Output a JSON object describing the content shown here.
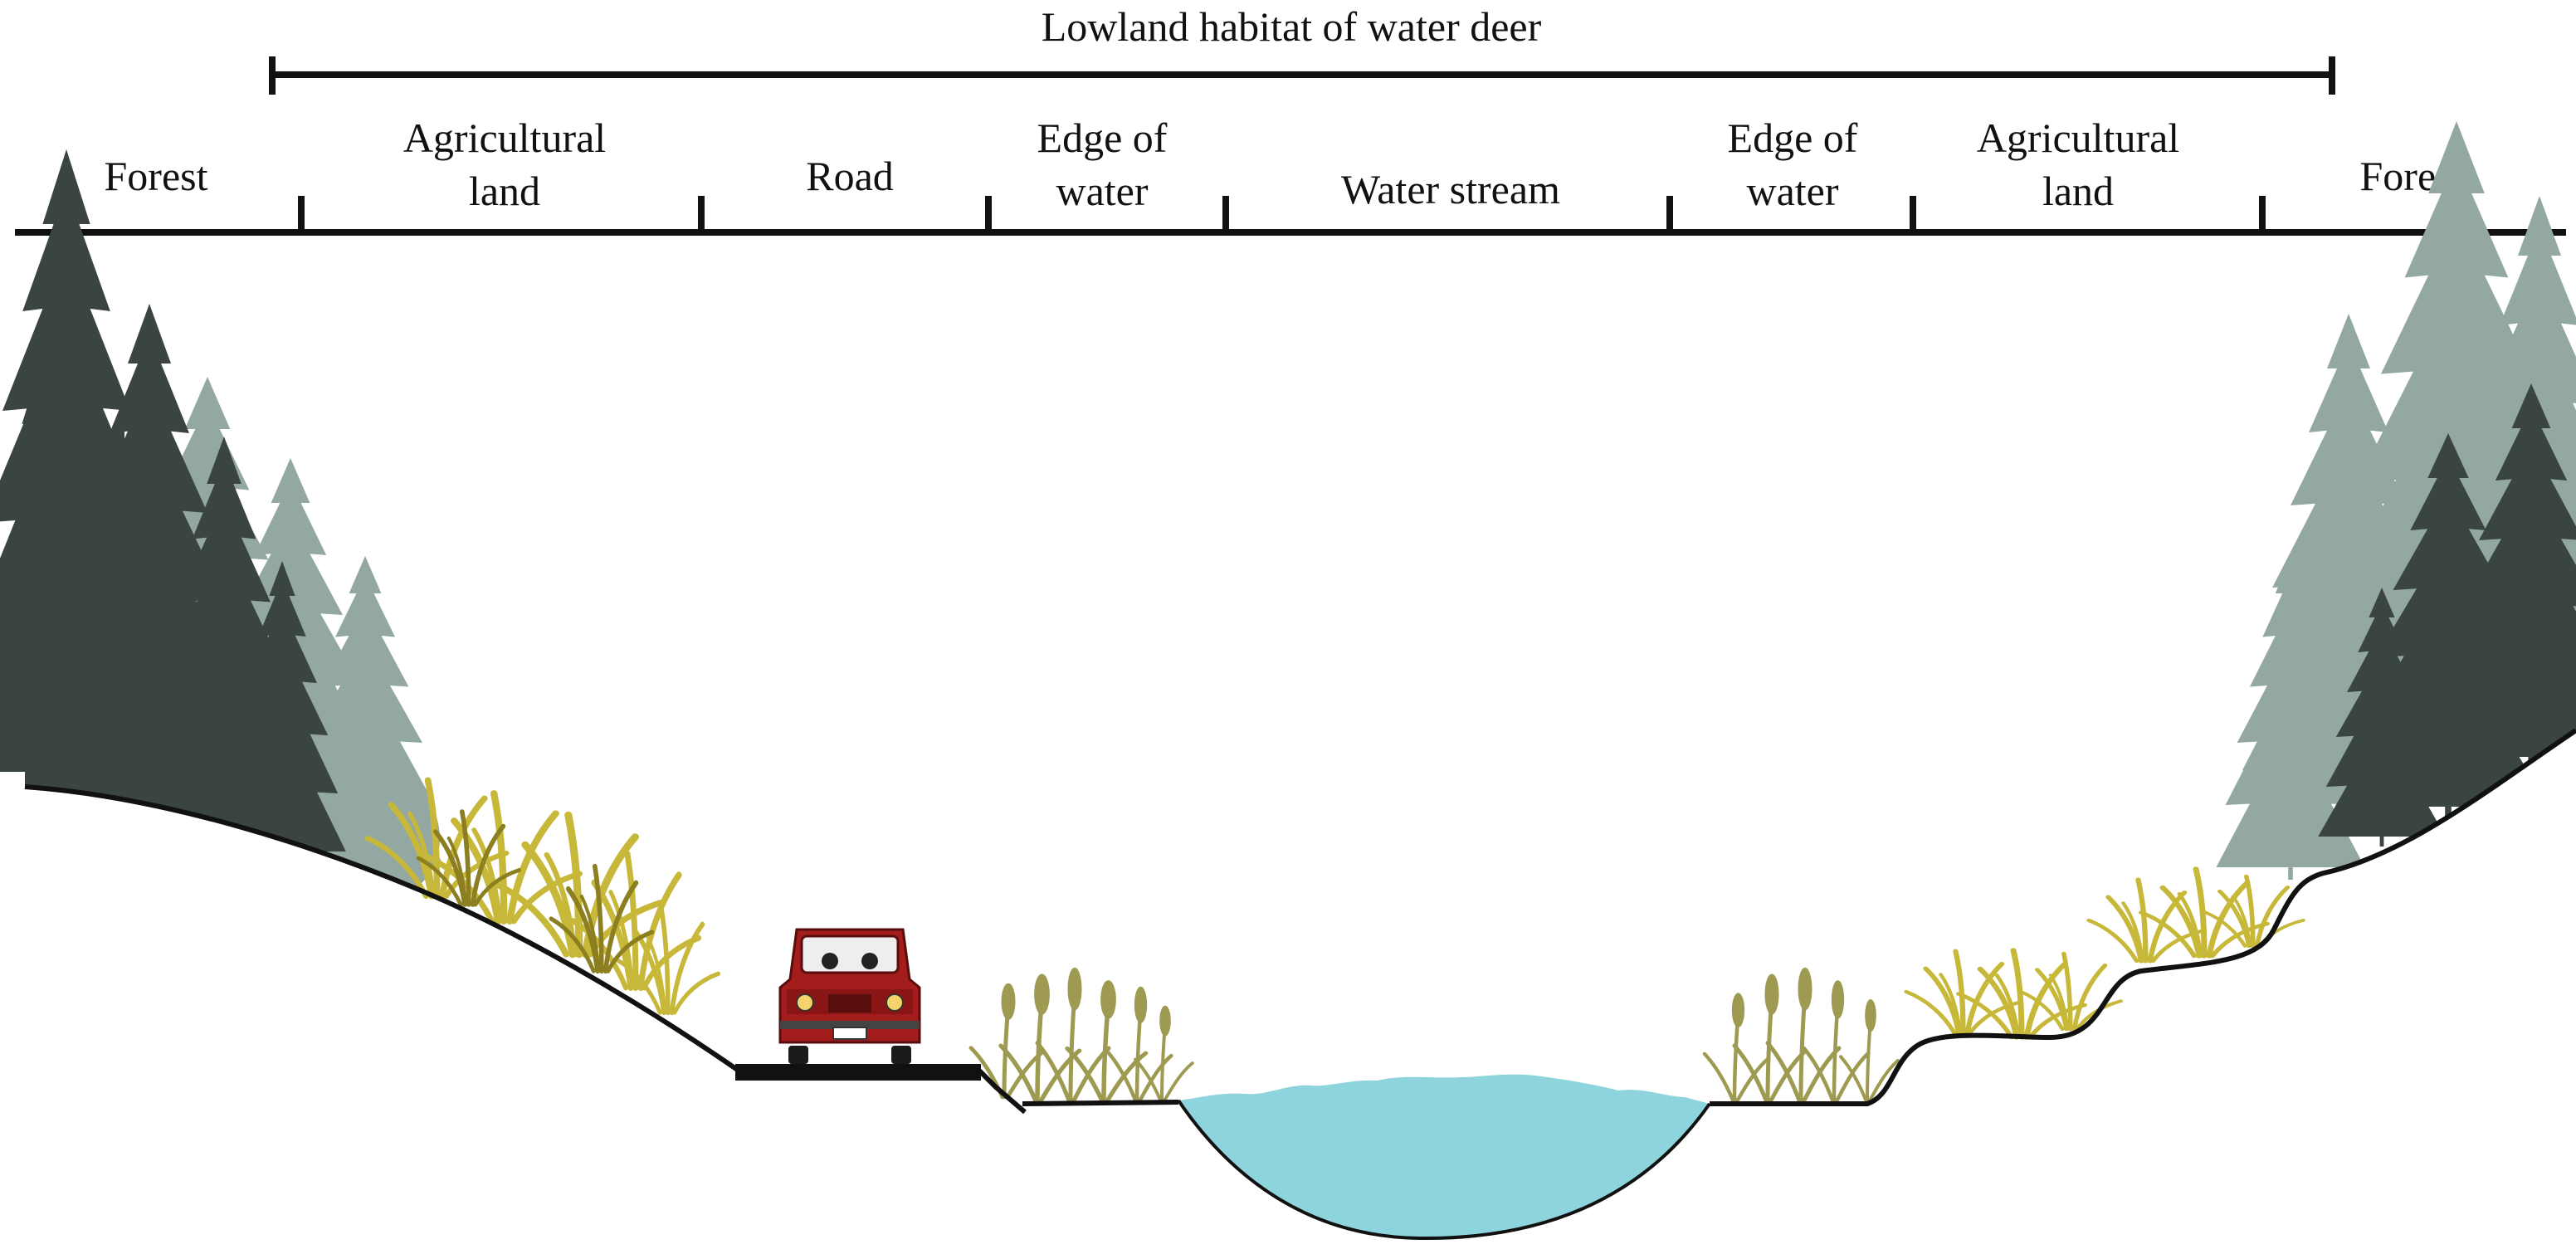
{
  "title": "Lowland habitat of water deer",
  "zones": [
    {
      "id": "forest-left",
      "lines": [
        "Forest"
      ]
    },
    {
      "id": "agricultural-land-left",
      "lines": [
        "Agricultural",
        "land"
      ]
    },
    {
      "id": "road",
      "lines": [
        "Road"
      ]
    },
    {
      "id": "edge-of-water-left",
      "lines": [
        "Edge of",
        "water"
      ]
    },
    {
      "id": "water-stream",
      "lines": [
        "Water stream"
      ]
    },
    {
      "id": "edge-of-water-right",
      "lines": [
        "Edge of",
        "water"
      ]
    },
    {
      "id": "agricultural-land-right",
      "lines": [
        "Agricultural",
        "land"
      ]
    },
    {
      "id": "forest-right",
      "lines": [
        "Forest"
      ]
    }
  ],
  "colors": {
    "ink": "#111111",
    "forest_dark": "#3a4440",
    "forest_light": "#93a8a2",
    "grass": "#c7b83a",
    "grass_dark": "#8c7f22",
    "reeds": "#9e9a52",
    "water": "#8dd4dc",
    "vehicle": "#a31d1d"
  },
  "icons": [
    "conifer-tree-icon",
    "shrub-icon",
    "grass-tuft-icon",
    "reed-cluster-icon",
    "jeep-icon"
  ]
}
